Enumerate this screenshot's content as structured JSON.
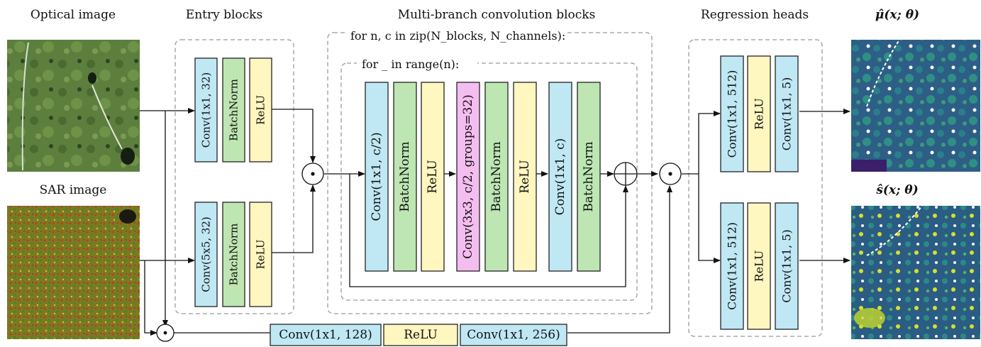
{
  "titles": {
    "optical": "Optical image",
    "entry": "Entry blocks",
    "multibranch": "Multi-branch convolution blocks",
    "regression": "Regression heads",
    "mu": "μ̂(x; θ)",
    "sar": "SAR image",
    "s": "ŝ(x; θ)"
  },
  "loops": {
    "outer": "for n, c in zip(N_blocks, N_channels):",
    "inner": "for _ in range(n):"
  },
  "entry_optical": [
    "Conv(1x1, 32)",
    "BatchNorm",
    "ReLU"
  ],
  "entry_sar": [
    "Conv(5x5, 32)",
    "BatchNorm",
    "ReLU"
  ],
  "multibranch_blocks": [
    "Conv(1x1, c/2)",
    "BatchNorm",
    "ReLU",
    "Conv(3x3, c/2, groups=32)",
    "BatchNorm",
    "ReLU",
    "Conv(1x1, c)",
    "BatchNorm"
  ],
  "head_mu": [
    "Conv(1x1, 512)",
    "ReLU",
    "Conv(1x1, 5)"
  ],
  "head_s": [
    "Conv(1x1, 512)",
    "ReLU",
    "Conv(1x1, 5)"
  ],
  "skip_branch": [
    "Conv(1x1, 128)",
    "ReLU",
    "Conv(1x1, 256)"
  ],
  "colors": {
    "conv": "#bfe8f4",
    "batchnorm": "#bde6b3",
    "relu": "#fff6c0",
    "groupconv": "#f4bdf0",
    "dashed": "#9a9a9a",
    "optical_bg": "#5a7d3c",
    "sar_bg": "#8a8a2a",
    "output_bg": "#2c5c86"
  }
}
